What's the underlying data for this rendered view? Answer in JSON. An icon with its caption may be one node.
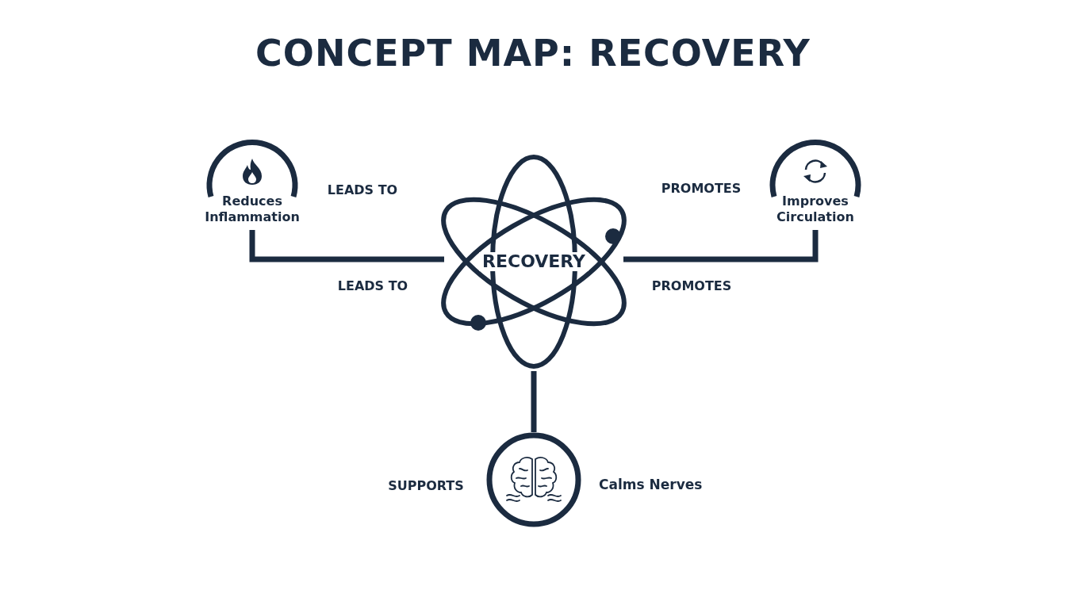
{
  "diagram": {
    "title": "CONCEPT MAP: RECOVERY",
    "nodes": [
      {
        "text": [
          "RECOVERY"
        ]
      },
      {
        "text": [
          "Reduces Inflammation"
        ]
      },
      {
        "text": [
          "Improves Circulation"
        ]
      },
      {
        "text": [],
        "shape": "circle",
        "beside": [
          "Calms Nerves"
        ]
      }
    ],
    "edges": [
      {
        "from": 1,
        "to": 0,
        "arrow": "none",
        "label": "LEADS TO"
      },
      {
        "from": 2,
        "to": 0,
        "arrow": "none",
        "label": "PROMOTES"
      },
      {
        "from": 0,
        "to": 3,
        "arrow": "none"
      }
    ],
    "labels": [
      "LEADS TO",
      "PROMOTES",
      "SUPPORTS"
    ]
  }
}
